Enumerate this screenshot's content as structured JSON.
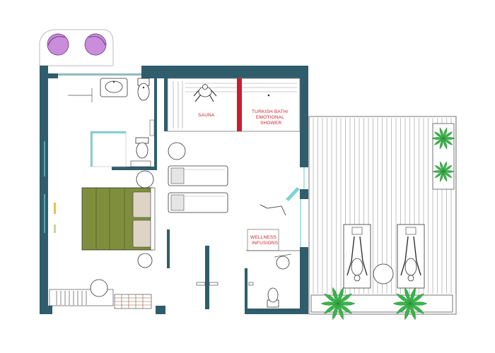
{
  "rooms": {
    "sauna": "SAUNA",
    "turkish_bath_line1": "TURKISH BATH/",
    "turkish_bath_line2": "EMOTIONAL",
    "turkish_bath_line3": "SHOWER",
    "wellness_line1": "WELLNESS",
    "wellness_line2": "INFUSIONS"
  },
  "colors": {
    "wall": "#2f5d6b",
    "bed": "#7f8e3c",
    "label": "#c8202a",
    "armchair": "#c98ddc",
    "plant": "#39b54a",
    "deck_line": "#9a9a9a",
    "glass": "#7fd3d6"
  },
  "icons": [
    "armchair-icon",
    "double-bed-icon",
    "sink-icon",
    "toilet-icon",
    "bidet-icon",
    "lounger-icon",
    "plant-icon",
    "person-icon",
    "chair-icon"
  ]
}
